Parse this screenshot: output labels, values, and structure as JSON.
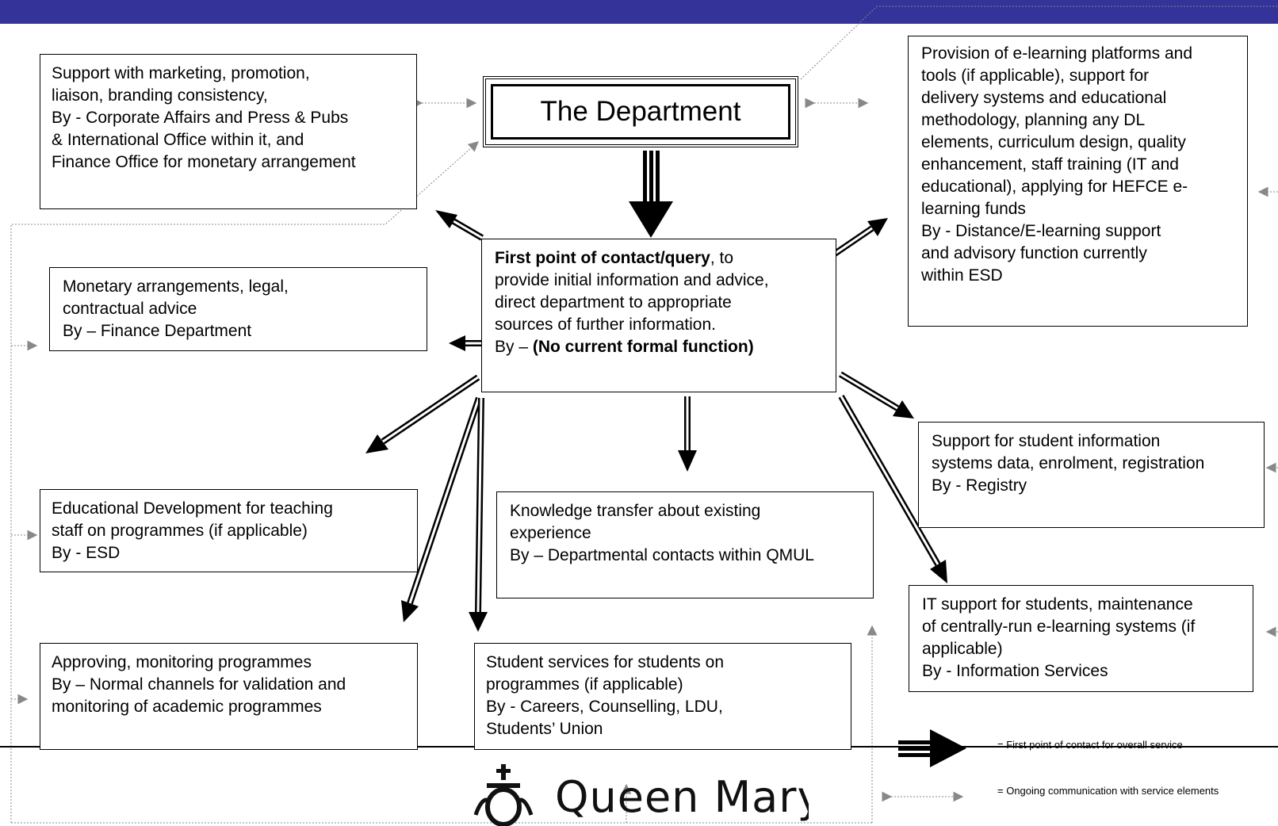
{
  "colors": {
    "top_bar": "#333399",
    "arrow_dotted": "#888888",
    "box_border": "#000000"
  },
  "department": {
    "title": "The Department"
  },
  "center": {
    "line1_bold": "First point of contact/query",
    "line1_rest": ", to",
    "line2": "provide initial information and advice,",
    "line3": "direct department to appropriate",
    "line4": "sources of further information.",
    "by_prefix": "By – ",
    "by_bold": "(No current formal function)"
  },
  "boxes": {
    "marketing": [
      "Support with marketing, promotion,",
      "liaison, branding consistency,",
      "By - Corporate Affairs and Press & Pubs",
      "& International Office within it, and",
      "Finance Office for monetary arrangement"
    ],
    "monetary": [
      "Monetary arrangements, legal,",
      "contractual advice",
      "By – Finance Department"
    ],
    "educational": [
      "Educational Development for teaching",
      "staff on programmes (if applicable)",
      "By - ESD"
    ],
    "approving": [
      "Approving, monitoring programmes",
      "By – Normal channels for validation and",
      "monitoring of academic programmes"
    ],
    "student_services": [
      "Student services for students on",
      "programmes (if applicable)",
      "By - Careers, Counselling, LDU,",
      "Students’ Union"
    ],
    "knowledge": [
      "Knowledge transfer about existing",
      "experience",
      "By – Departmental contacts within QMUL"
    ],
    "elearning": [
      "Provision of e-learning platforms and",
      "tools (if applicable), support for",
      "delivery systems and educational",
      "methodology, planning any DL",
      "elements, curriculum design, quality",
      "enhancement, staff training (IT and",
      "educational), applying for HEFCE e-",
      "learning funds",
      "By - Distance/E-learning support",
      "and advisory function currently",
      "within ESD"
    ],
    "registry": [
      "Support for student information",
      "systems data, enrolment, registration",
      "By - Registry"
    ],
    "it_support": [
      "IT support for students, maintenance",
      "of centrally-run e-learning systems (if",
      "applicable)",
      "By - Information Services"
    ]
  },
  "legend": {
    "first_contact": "= First point of contact for overall service",
    "ongoing": "= Ongoing communication with service elements"
  },
  "logo": {
    "text": "Queen Mary"
  }
}
